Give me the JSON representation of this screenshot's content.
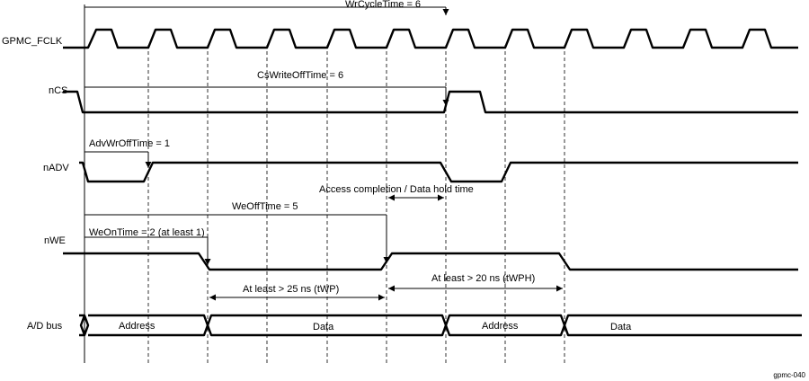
{
  "signals": {
    "clk": "GPMC_FCLK",
    "ncs": "nCS",
    "nadv": "nADV",
    "nwe": "nWE",
    "bus": "A/D bus"
  },
  "annotations": {
    "wrcycle": "WrCycleTime = 6",
    "cswriteoff": "CsWriteOffTime = 6",
    "advwroff": "AdvWrOffTime = 1",
    "access": "Access completion / Data hold time",
    "weoff": "WeOffTime = 5",
    "weon": "WeOnTime = 2 (at least 1)",
    "twp": "At least > 25 ns (tWP)",
    "twph": "At least > 20 ns (tWPH)"
  },
  "bus_labels": [
    "Address",
    "Data",
    "Address",
    "Data"
  ],
  "figure_id": "gpmc-040"
}
